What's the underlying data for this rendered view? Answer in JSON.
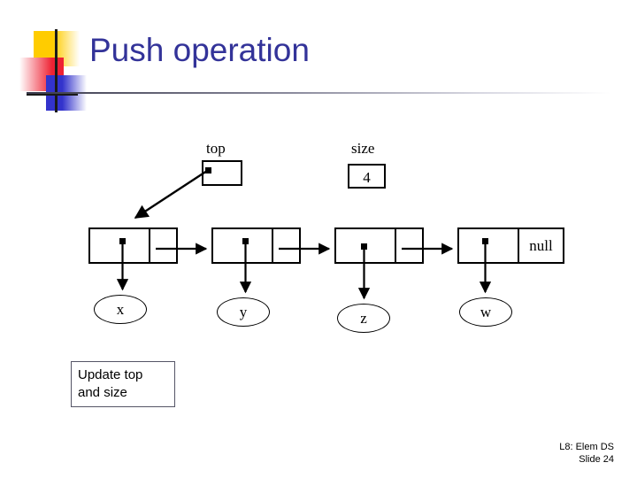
{
  "slide": {
    "title": "Push operation",
    "note": {
      "line1": "Update top",
      "line2": "and size"
    },
    "footer": {
      "line1": "L8: Elem DS",
      "line2": "Slide 24"
    },
    "title_color": "#333399"
  },
  "diagram": {
    "type": "linked-list-stack",
    "variables": [
      {
        "name": "top",
        "label": "top",
        "value": "",
        "has_pointer_dot": true
      },
      {
        "name": "size",
        "label": "size",
        "value": "4",
        "has_pointer_dot": false
      }
    ],
    "nodes": [
      {
        "data": "x",
        "next": "y"
      },
      {
        "data": "y",
        "next": "z"
      },
      {
        "data": "z",
        "next": "w"
      },
      {
        "data": "w",
        "next": "null"
      }
    ],
    "terminator_label": "null",
    "top_points_to": "x"
  },
  "logo": {
    "colors": {
      "yellow": "#FFCC00",
      "red": "#EE2233",
      "blue": "#3333CC",
      "cross": "#1a1a1a"
    }
  }
}
